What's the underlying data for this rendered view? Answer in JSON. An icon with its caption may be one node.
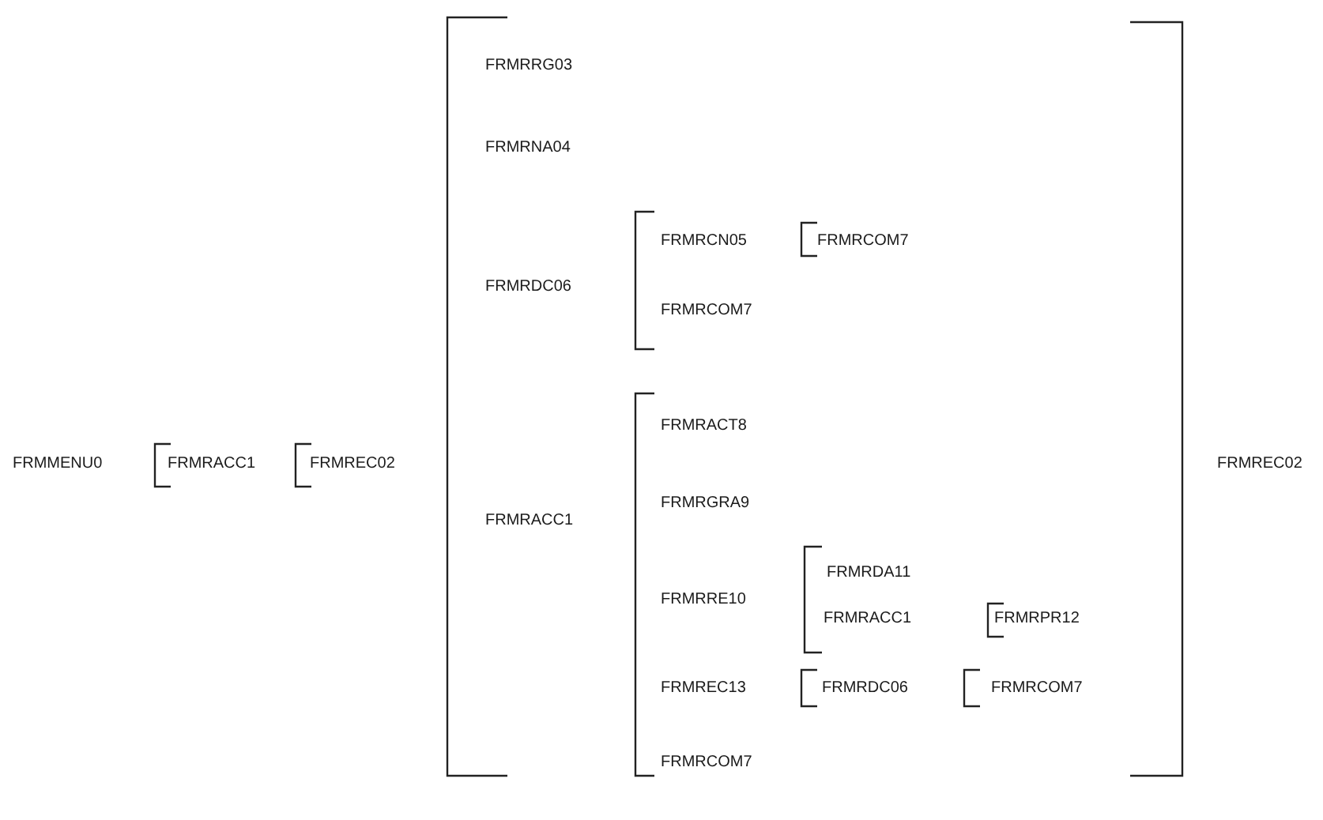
{
  "diagram": {
    "labels": [
      "FRMRRG03",
      "FRMRNA04",
      "FRMRCN05",
      "FRMRCOM7",
      "FRMRDC06",
      "FRMRCOM7",
      "FRMRACT8",
      "FRMMENU0",
      "FRMRACC1",
      "FRMREC02",
      "FRMREC02",
      "FRMRGRA9",
      "FRMRACC1",
      "FRMRDA11",
      "FRMRRE10",
      "FRMRACC1",
      "FRMRPR12",
      "FRMREC13",
      "FRMRDC06",
      "FRMRCOM7",
      "FRMRCOM7"
    ]
  }
}
